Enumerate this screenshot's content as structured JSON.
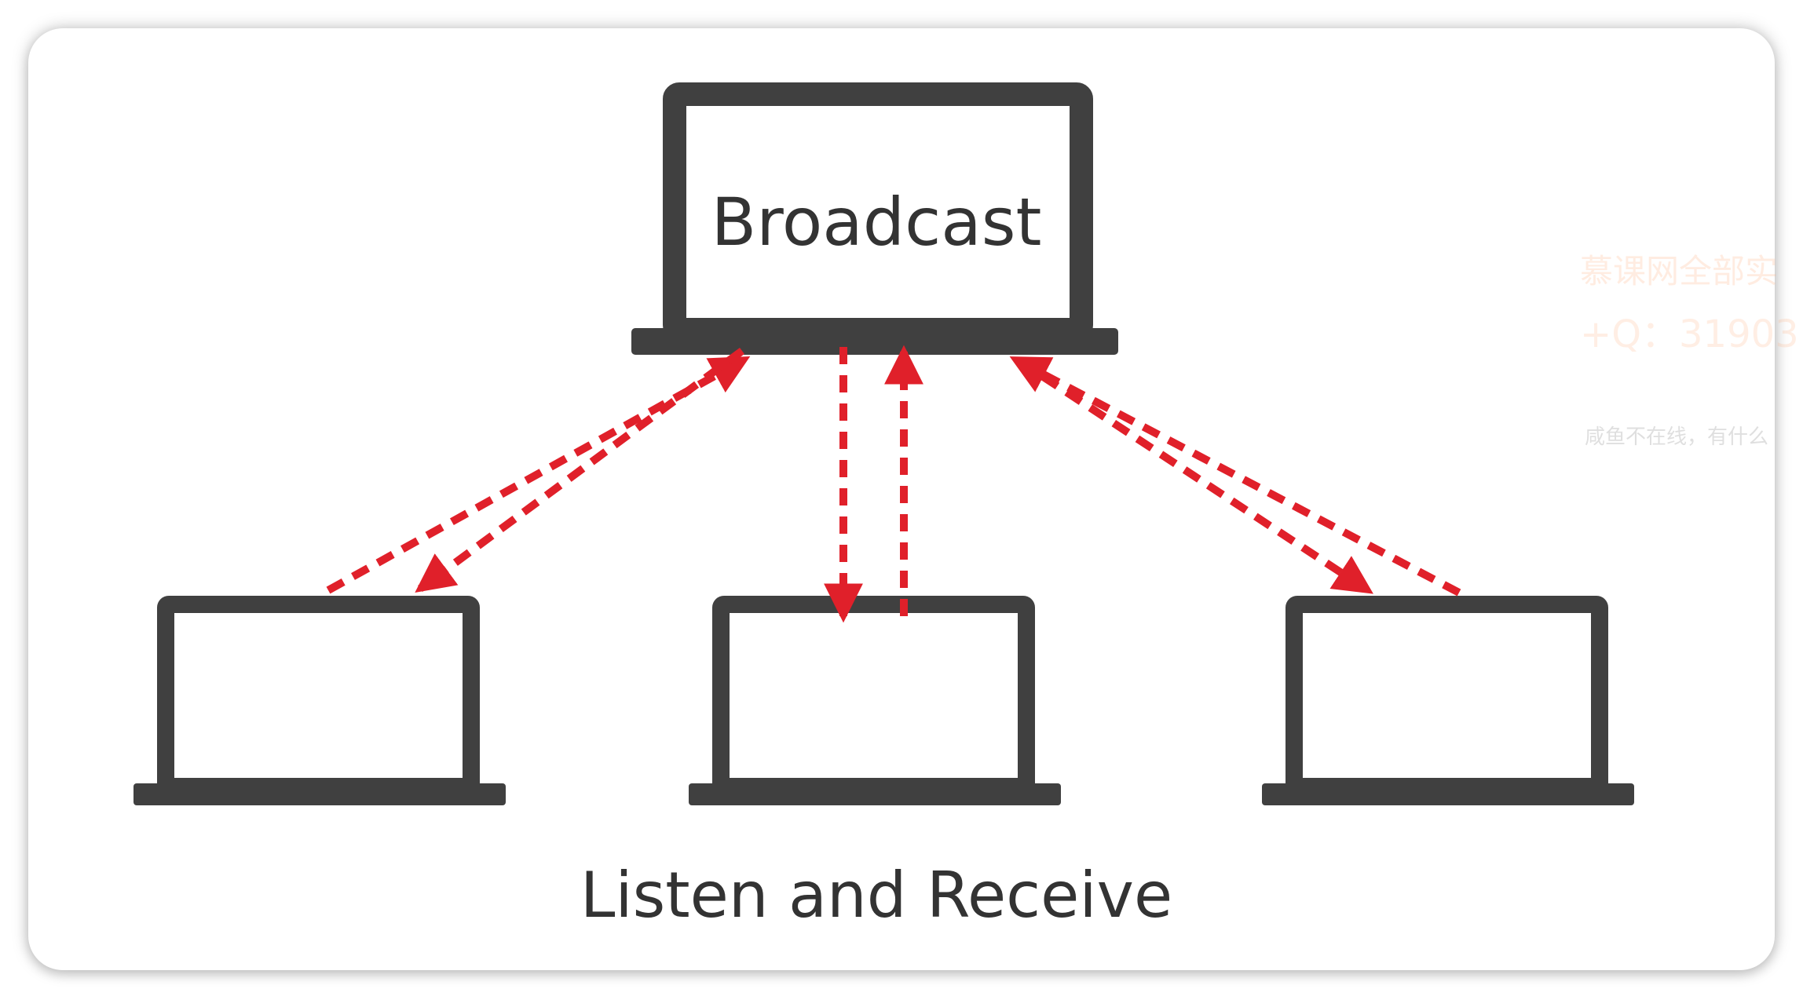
{
  "diagram": {
    "broadcast_label": "Broadcast",
    "receive_label": "Listen and Receive"
  },
  "watermark": {
    "line1": "慕课网全部实",
    "line2": "+Q：31903",
    "line3": "咸鱼不在线，有什么"
  },
  "colors": {
    "device": "#404040",
    "arrow": "#e0202a",
    "text": "#333333"
  }
}
